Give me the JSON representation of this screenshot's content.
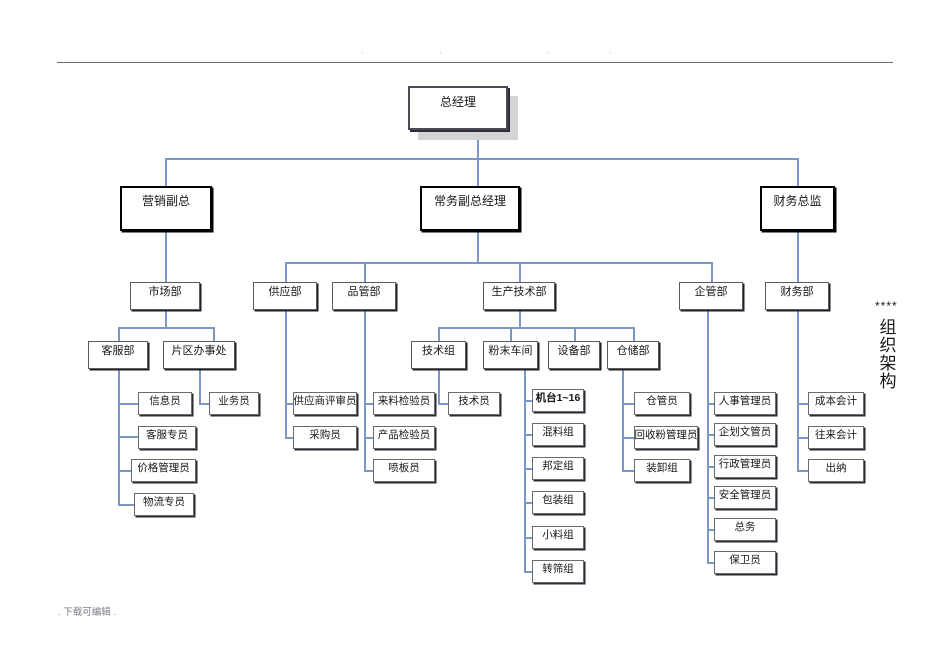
{
  "document": {
    "side_stars": "****",
    "side_title": "组织架构",
    "footer_note": ". 下载可编辑 .",
    "rule_ticks": [
      "'",
      "'",
      "'",
      "'"
    ]
  },
  "colors": {
    "connector": "#7c97c4",
    "box_border": "#3f3f46",
    "shadow": "#2b2b31",
    "text": "#17171b",
    "rule": "#6b6b73"
  },
  "nodes": {
    "root": {
      "label": "总经理"
    },
    "officers": [
      {
        "label": "营销副总"
      },
      {
        "label": "常务副总经理"
      },
      {
        "label": "财务总监"
      }
    ],
    "departments": [
      {
        "label": "市场部"
      },
      {
        "label": "供应部"
      },
      {
        "label": "品管部"
      },
      {
        "label": "生产技术部"
      },
      {
        "label": "企管部"
      },
      {
        "label": "财务部"
      }
    ],
    "subunits": [
      {
        "label": "客服部"
      },
      {
        "label": "片区办事处"
      },
      {
        "label": "技术组"
      },
      {
        "label": "粉末车间"
      },
      {
        "label": "设备部"
      },
      {
        "label": "仓储部"
      }
    ],
    "roles_kefu": [
      {
        "label": "信息员"
      },
      {
        "label": "客服专员"
      },
      {
        "label": "价格管理员"
      },
      {
        "label": "物流专员"
      }
    ],
    "roles_pianqu": [
      {
        "label": "业务员"
      }
    ],
    "roles_gongying": [
      {
        "label": "供应商评审员"
      },
      {
        "label": "采购员"
      }
    ],
    "roles_pinguan": [
      {
        "label": "来料检验员"
      },
      {
        "label": "产品检验员"
      },
      {
        "label": "喷板员"
      }
    ],
    "roles_jishu": [
      {
        "label": "技术员"
      }
    ],
    "roles_fenmo": [
      {
        "label": "机台1~16",
        "bold": true
      },
      {
        "label": "混料组"
      },
      {
        "label": "邦定组"
      },
      {
        "label": "包装组"
      },
      {
        "label": "小料组"
      },
      {
        "label": "转筛组"
      }
    ],
    "roles_cangchu": [
      {
        "label": "仓管员"
      },
      {
        "label": "回收粉管理员"
      },
      {
        "label": "装卸组"
      }
    ],
    "roles_qiguan": [
      {
        "label": "人事管理员"
      },
      {
        "label": "企划文管员"
      },
      {
        "label": "行政管理员"
      },
      {
        "label": "安全管理员"
      },
      {
        "label": "总务"
      },
      {
        "label": "保卫员"
      }
    ],
    "roles_caiwu": [
      {
        "label": "成本会计"
      },
      {
        "label": "往来会计"
      },
      {
        "label": "出纳"
      }
    ]
  }
}
